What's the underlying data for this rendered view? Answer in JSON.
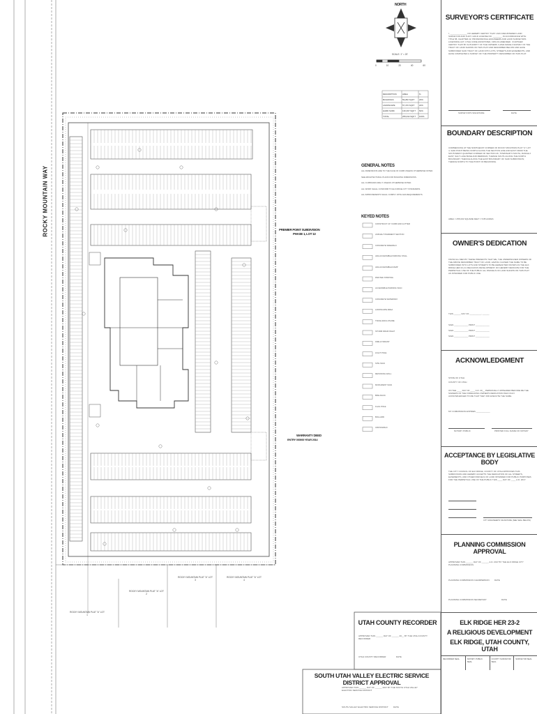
{
  "north_arrow": {
    "label": "NORTH",
    "scale_label": "SCALE: 1\" = 20'",
    "scale_ticks": [
      "0",
      "10",
      "20",
      "40",
      "60"
    ]
  },
  "street_label": "ROCKY MOUNTAIN WAY",
  "site_table": {
    "headers": [
      "DESCRIPTION",
      "AREA",
      "%"
    ],
    "rows": [
      [
        "BUILDINGS",
        "59,282 SQFT",
        "23%"
      ],
      [
        "LANDSCAPE",
        "57,470 SQFT",
        "22%"
      ],
      [
        "HARD SURF.",
        "136,397 SQFT",
        "54%"
      ],
      [
        "TOTAL",
        "255,032 SQFT",
        "100%"
      ]
    ]
  },
  "general_notes": {
    "title": "GENERAL NOTES",
    "lines": [
      "ALL DIMENSIONS ARE TO THE FACE OF CURB UNLESS OTHERWISE NOTED.",
      "SEE ARCHITECTURAL PLANS FOR BUILDING DIMENSIONS.",
      "ALL CURB RADII ARE 3' UNLESS OTHERWISE NOTED.",
      "ALL WORK SHALL CONFORM TO ELK RIDGE CITY STANDARDS.",
      "ALL IMPROVEMENTS SHALL COMPLY WITH ADA REQUIREMENTS."
    ]
  },
  "keyed_notes": {
    "title": "KEYED NOTES",
    "items": [
      "CONSTRUCT 24\" CURB AND GUTTER",
      "ASPHALT PAVEMENT SECTION",
      "CONCRETE SIDEWALK",
      "ADA ACCESSIBLE PARKING STALL",
      "ADA ACCESSIBLE RAMP",
      "PAINTED STRIPING",
      "ACCESSIBLE PARKING SIGN",
      "CONCRETE WATERWAY",
      "LANDSCAPE AREA",
      "TRASH ENCLOSURE",
      "STORM DRAIN INLET",
      "FIRE HYDRANT",
      "LIGHT POLE",
      "SITE SIGN",
      "RETAINING WALL",
      "MONUMENT SIGN",
      "BIKE RACK",
      "FLAG POLE",
      "BOLLARD",
      "CROSSWALK"
    ]
  },
  "plan_labels": {
    "subdivision": "PREMIER POINT SUBDIVISION",
    "subdivision_lot": "PHASE 1, LOT 13",
    "warranty_deed": "WARRANTY DEED",
    "warranty_entry": "ENTRY 000000 YEAR 2014",
    "lot_labels": [
      "ROCKY MOUNTAIN PLAT \"A\" LOT 3",
      "ROCKY MOUNTAIN PLAT \"A\" LOT 4",
      "ROCKY MOUNTAIN PLAT \"A\" LOT 2",
      "ROCKY MOUNTAIN PLAT \"A\" LOT 1"
    ]
  },
  "title_block": {
    "surveyor": {
      "title": "SURVEYOR'S CERTIFICATE",
      "text": "I, ______________, DO HEREBY CERTIFY THAT I AM A REGISTERED LAND SURVEYOR AND THAT I HOLD LICENSE NO. ________ IN ACCORDANCE WITH TITLE 58, CHAPTER 22, PROFESSIONAL ENGINEERS AND LAND SURVEYORS LICENSING ACT, UTAH CODE ANNOTATED, 1953 AS AMENDED. I FURTHER CERTIFY THAT BY AUTHORITY OF THE OWNERS I HAVE MADE A SURVEY OF THE TRACT OF LAND SHOWN ON THIS PLAT AND DESCRIBED BELOW AND HAVE SUBDIVIDED SAID TRACT OF LAND INTO LOTS, STREETS AND EASEMENTS, AND HAVE COMPLETED A SURVEY OF THE PROPERTY DESCRIBED ON THIS PLAT.",
      "sign_label": "SURVEYOR'S SIGNATURE",
      "date_label": "DATE"
    },
    "boundary": {
      "title": "BOUNDARY DESCRIPTION",
      "text": "COMMENCING AT THE NORTHEAST CORNER OF ROCKY MOUNTAIN PLAT \"A\" LOT 4, SAID POINT BEING NORTH ALONG THE SECTION LINE AND EAST FROM THE SOUTHWEST QUARTER CORNER OF SECTION 26, TOWNSHIP 9 SOUTH, RANGE 2 EAST, SALT LAKE BASE AND MERIDIAN; THENCE SOUTH ALONG THE NORTH BOUNDARY; THENCE ALONG THE EAST BOUNDARY OF SAID SUBDIVISION; THENCE NORTH TO THE POINT OF BEGINNING.",
      "area": "AREA = 255,032 SQUARE FEET = 5.85 ACRES"
    },
    "owners": {
      "title": "OWNER'S DEDICATION",
      "text": "KNOW ALL MEN BY THESE PRESENTS THAT WE, THE UNDERSIGNED OWNERS OF THE ABOVE DESCRIBED TRACT OF LAND, HAVING CAUSED THE SAME TO BE SUBDIVIDED INTO LOTS AND STREETS TO BE HEREAFTER KNOWN AS THE ELK RIDGE HER 23-2 A RELIGIOUS DEVELOPMENT, DO HEREBY DEDICATE FOR THE PERPETUAL USE OF THE PUBLIC ALL PARCELS OF LAND SHOWN ON THIS PLAT AS INTENDED FOR PUBLIC USE.",
      "in_witness": "THIS ______ DAY OF __________, ______",
      "sign_label": "SIGN",
      "print_label": "PRINT"
    },
    "acknowledgment": {
      "title": "ACKNOWLEDGMENT",
      "state": "STATE OF UTAH",
      "county": "COUNTY OF UTAH",
      "text": "ON THE ____ DAY OF ____ A.D. 20__ PERSONALLY APPEARED BEFORE ME THE SIGNERS OF THE FOREGOING OWNER'S DEDICATION WHO DULY ACKNOWLEDGED TO ME THAT THEY DID EXECUTE THE SAME.",
      "commission": "MY COMMISSION EXPIRES ____________",
      "notary_label": "NOTARY PUBLIC",
      "printed_label": "PRINTED FULL NAME OF NOTARY"
    },
    "legislative": {
      "title": "ACCEPTANCE BY LEGISLATIVE BODY",
      "text": "THE CITY COUNCIL OF ELK RIDGE, COUNTY OF UTAH APPROVES THIS SUBDIVISION AND HEREBY ACCEPTS THE DEDICATION OF ALL STREETS, EASEMENTS, AND OTHER PARCELS OF LAND INTENDED FOR PUBLIC PURPOSES FOR THE PERPETUAL USE OF THE PUBLIC THIS ____ DAY OF ____ A.D. 2017.",
      "sign_label": "CITY ENGINEER'S SIGNATURE (SEE SEAL BELOW)"
    },
    "planning": {
      "title": "PLANNING COMMISSION APPROVAL",
      "text": "APPROVED THIS ______ DAY OF ______ A.D. 2017 BY THE ELK RIDGE CITY PLANNING COMMISSION.",
      "chair_label": "PLANNING COMMISSION CHAIRPERSON",
      "sec_label": "PLANNING COMMISSION SECRETARY",
      "date_label": "DATE"
    },
    "recorder": {
      "title": "UTAH COUNTY RECORDER",
      "text": "APPROVED THIS ______ DAY OF ______ 20__ BY THE UTAH COUNTY RECORDER",
      "sign_label": "UTAH COUNTY RECORDER",
      "date_label": "DATE"
    },
    "project": {
      "line1": "ELK RIDGE HER 23-2",
      "line2": "A RELIGIOUS DEVELOPMENT",
      "line3": "ELK RIDGE, UTAH COUNTY, UTAH",
      "seals": [
        "RECORDER SEAL",
        "NOTARY PUBLIC SEAL",
        "COUNTY SURVEYOR SEAL",
        "SURVEYOR SEAL"
      ]
    },
    "electric": {
      "title": "SOUTH UTAH VALLEY ELECTRIC SERVICE DISTRICT APPROVAL",
      "text": "APPROVED THIS ______ DAY OF ______ 2017 BY THE SOUTH UTAH VALLEY ELECTRIC SERVICE DISTRICT",
      "sign_label": "SOUTH VALLEY ELECTRIC SERVICE DISTRICT",
      "date_label": "DATE"
    }
  }
}
